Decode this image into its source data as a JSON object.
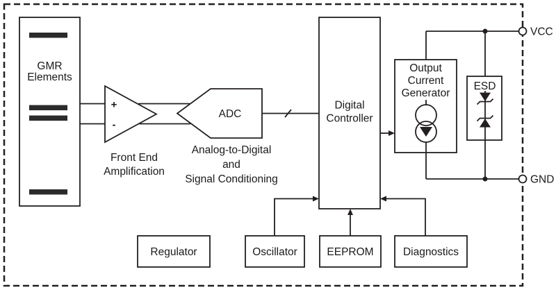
{
  "blocks": {
    "gmr": {
      "line1": "GMR",
      "line2": "Elements"
    },
    "frontend": {
      "plus": "+",
      "minus": "-",
      "caption1": "Front End",
      "caption2": "Amplification"
    },
    "adc": {
      "label": "ADC",
      "caption1": "Analog-to-Digital",
      "caption2": "and",
      "caption3": "Signal Conditioning"
    },
    "digital_controller": {
      "line1": "Digital",
      "line2": "Controller"
    },
    "output_current_generator": {
      "line1": "Output",
      "line2": "Current",
      "line3": "Generator"
    },
    "esd": {
      "label": "ESD"
    },
    "regulator": {
      "label": "Regulator"
    },
    "oscillator": {
      "label": "Oscillator"
    },
    "eeprom": {
      "label": "EEPROM"
    },
    "diagnostics": {
      "label": "Diagnostics"
    }
  },
  "pins": {
    "vcc": "VCC",
    "gnd": "GND"
  },
  "colors": {
    "line": "#231f20",
    "bar": "#2b2b2b",
    "background": "#ffffff",
    "text": "#1a1a1a"
  }
}
